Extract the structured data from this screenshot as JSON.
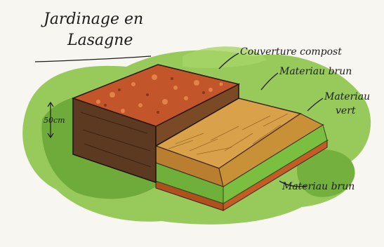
{
  "title": {
    "line1": "Jardinage en",
    "line2": "Lasagne"
  },
  "labels": {
    "compost": "Couverture compost",
    "brown_top": "Materiau brun",
    "green_line1": "Materiau",
    "green_line2": "vert",
    "brown_bottom": "Materiau brun",
    "height": "50cm"
  },
  "colors": {
    "paper": "#f7f6f1",
    "grass": "#7fbf3a",
    "grass_dark": "#4e8a24",
    "compost_top": "#c2562a",
    "compost_side": "#5c3a22",
    "brown_material": "#d9a24a",
    "green_material": "#8ccd4a",
    "bottom_brown": "#d56a2f"
  }
}
